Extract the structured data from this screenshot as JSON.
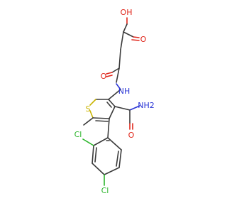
{
  "molecule": {
    "atoms": {
      "oh_top": "OH",
      "o_acid": "O",
      "o_amide1": "O",
      "nh_link": "NH",
      "s_ring": "S",
      "nh2_amide": "NH2",
      "o_amide2": "O",
      "cl_ortho": "Cl",
      "cl_para": "Cl"
    }
  },
  "colors": {
    "carbon_bond": "#3a3a3a",
    "oxygen": "#e0261b",
    "nitrogen": "#2a35d6",
    "sulfur": "#c9b400",
    "chlorine": "#2bb52b"
  }
}
